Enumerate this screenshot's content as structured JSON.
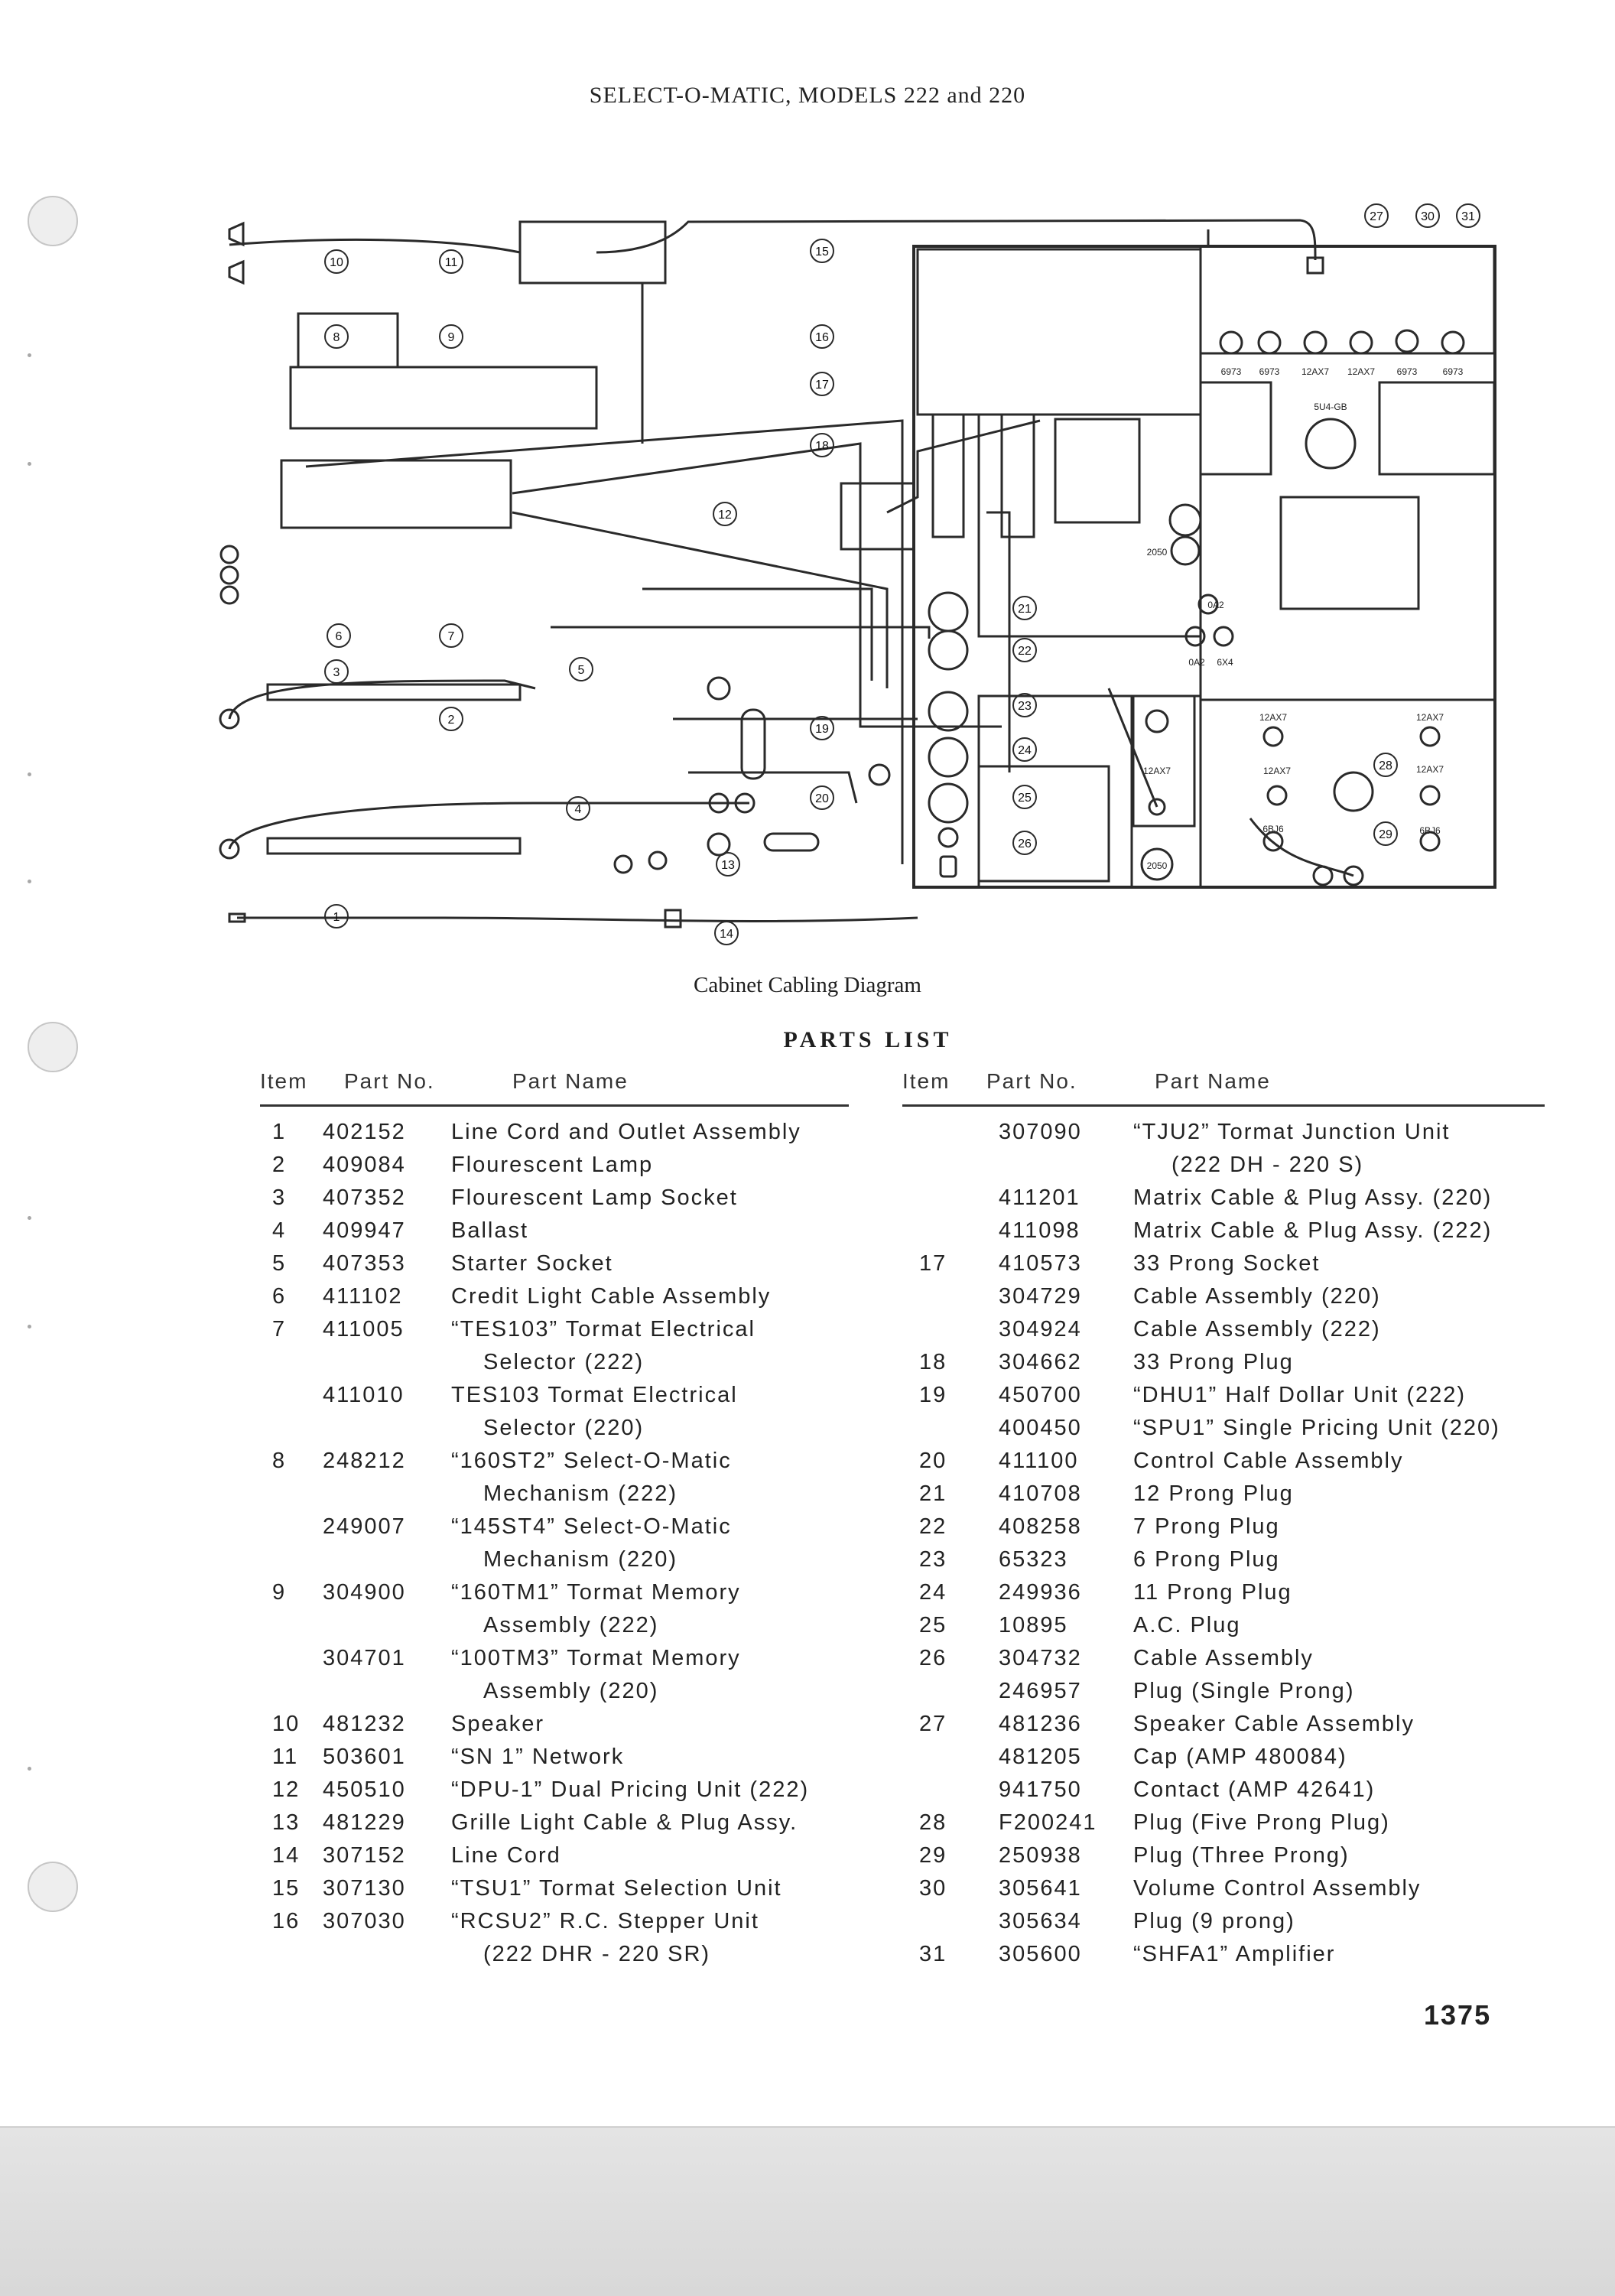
{
  "header": {
    "title": "SELECT-O-MATIC, MODELS 222 and 220"
  },
  "diagram": {
    "caption": "Cabinet Cabling Diagram",
    "callouts": [
      "1",
      "2",
      "3",
      "4",
      "5",
      "6",
      "7",
      "8",
      "9",
      "10",
      "11",
      "12",
      "13",
      "14",
      "15",
      "16",
      "17",
      "18",
      "19",
      "20",
      "21",
      "22",
      "23",
      "24",
      "25",
      "26",
      "27",
      "28",
      "29",
      "30",
      "31"
    ],
    "tube_labels": [
      "6973",
      "6973",
      "12AX7",
      "12AX7",
      "6973",
      "6973",
      "5U4-GB",
      "2050",
      "0A2",
      "0A2",
      "6X4",
      "12AX7",
      "2050",
      "12AX7",
      "12AX7",
      "12AX7",
      "12AX7",
      "6BJ6",
      "6BJ6"
    ]
  },
  "parts_list": {
    "title": "PARTS LIST",
    "headers": {
      "item": "Item",
      "part_no": "Part No.",
      "part_name": "Part Name"
    },
    "left_rows": [
      {
        "item": "1",
        "part": "402152",
        "name": "Line Cord and Outlet Assembly"
      },
      {
        "item": "2",
        "part": "409084",
        "name": "Flourescent Lamp"
      },
      {
        "item": "3",
        "part": "407352",
        "name": "Flourescent Lamp Socket"
      },
      {
        "item": "4",
        "part": "409947",
        "name": "Ballast"
      },
      {
        "item": "5",
        "part": "407353",
        "name": "Starter Socket"
      },
      {
        "item": "6",
        "part": "411102",
        "name": "Credit Light Cable Assembly"
      },
      {
        "item": "7",
        "part": "411005",
        "name": "“TES103” Tormat Electrical"
      },
      {
        "item": "",
        "part": "",
        "name": "Selector (222)",
        "cont": true
      },
      {
        "item": "",
        "part": "411010",
        "name": "TES103 Tormat Electrical"
      },
      {
        "item": "",
        "part": "",
        "name": "Selector (220)",
        "cont": true
      },
      {
        "item": "8",
        "part": "248212",
        "name": "“160ST2” Select-O-Matic"
      },
      {
        "item": "",
        "part": "",
        "name": "Mechanism (222)",
        "cont": true
      },
      {
        "item": "",
        "part": "249007",
        "name": "“145ST4” Select-O-Matic"
      },
      {
        "item": "",
        "part": "",
        "name": "Mechanism (220)",
        "cont": true
      },
      {
        "item": "9",
        "part": "304900",
        "name": "“160TM1” Tormat Memory"
      },
      {
        "item": "",
        "part": "",
        "name": "Assembly (222)",
        "cont": true
      },
      {
        "item": "",
        "part": "304701",
        "name": "“100TM3” Tormat Memory"
      },
      {
        "item": "",
        "part": "",
        "name": "Assembly (220)",
        "cont": true
      },
      {
        "item": "10",
        "part": "481232",
        "name": "Speaker"
      },
      {
        "item": "11",
        "part": "503601",
        "name": "“SN 1” Network"
      },
      {
        "item": "12",
        "part": "450510",
        "name": "“DPU-1” Dual Pricing Unit (222)"
      },
      {
        "item": "13",
        "part": "481229",
        "name": "Grille Light Cable & Plug Assy."
      },
      {
        "item": "14",
        "part": "307152",
        "name": "Line Cord"
      },
      {
        "item": "15",
        "part": "307130",
        "name": "“TSU1” Tormat Selection Unit"
      },
      {
        "item": "16",
        "part": "307030",
        "name": "“RCSU2” R.C. Stepper Unit"
      },
      {
        "item": "",
        "part": "",
        "name": "(222 DHR - 220 SR)",
        "cont": true
      }
    ],
    "right_rows": [
      {
        "item": "",
        "part": "307090",
        "name": "“TJU2” Tormat Junction Unit"
      },
      {
        "item": "",
        "part": "",
        "name": "(222 DH - 220 S)",
        "cont": true
      },
      {
        "item": "",
        "part": "411201",
        "name": "Matrix Cable & Plug Assy. (220)"
      },
      {
        "item": "",
        "part": "411098",
        "name": "Matrix Cable & Plug Assy. (222)"
      },
      {
        "item": "17",
        "part": "410573",
        "name": "33 Prong Socket"
      },
      {
        "item": "",
        "part": "304729",
        "name": "Cable Assembly (220)"
      },
      {
        "item": "",
        "part": "304924",
        "name": "Cable Assembly (222)"
      },
      {
        "item": "18",
        "part": "304662",
        "name": "33 Prong Plug"
      },
      {
        "item": "19",
        "part": "450700",
        "name": "“DHU1” Half Dollar Unit (222)"
      },
      {
        "item": "",
        "part": "400450",
        "name": "“SPU1” Single Pricing Unit (220)"
      },
      {
        "item": "20",
        "part": "411100",
        "name": "Control Cable Assembly"
      },
      {
        "item": "21",
        "part": "410708",
        "name": "12 Prong Plug"
      },
      {
        "item": "22",
        "part": "408258",
        "name": "7 Prong Plug"
      },
      {
        "item": "23",
        "part": "65323",
        "name": "6 Prong Plug"
      },
      {
        "item": "24",
        "part": "249936",
        "name": "11 Prong Plug"
      },
      {
        "item": "25",
        "part": "10895",
        "name": "A.C. Plug"
      },
      {
        "item": "26",
        "part": "304732",
        "name": "Cable Assembly"
      },
      {
        "item": "",
        "part": "246957",
        "name": "Plug (Single Prong)"
      },
      {
        "item": "27",
        "part": "481236",
        "name": "Speaker Cable Assembly"
      },
      {
        "item": "",
        "part": "481205",
        "name": "Cap (AMP 480084)"
      },
      {
        "item": "",
        "part": "941750",
        "name": "Contact (AMP 42641)"
      },
      {
        "item": "28",
        "part": "F200241",
        "name": "Plug (Five Prong Plug)"
      },
      {
        "item": "29",
        "part": "250938",
        "name": "Plug (Three Prong)"
      },
      {
        "item": "30",
        "part": "305641",
        "name": "Volume Control Assembly"
      },
      {
        "item": "",
        "part": "305634",
        "name": "Plug (9 prong)"
      },
      {
        "item": "31",
        "part": "305600",
        "name": "“SHFA1” Amplifier"
      }
    ]
  },
  "page_number": "1375"
}
